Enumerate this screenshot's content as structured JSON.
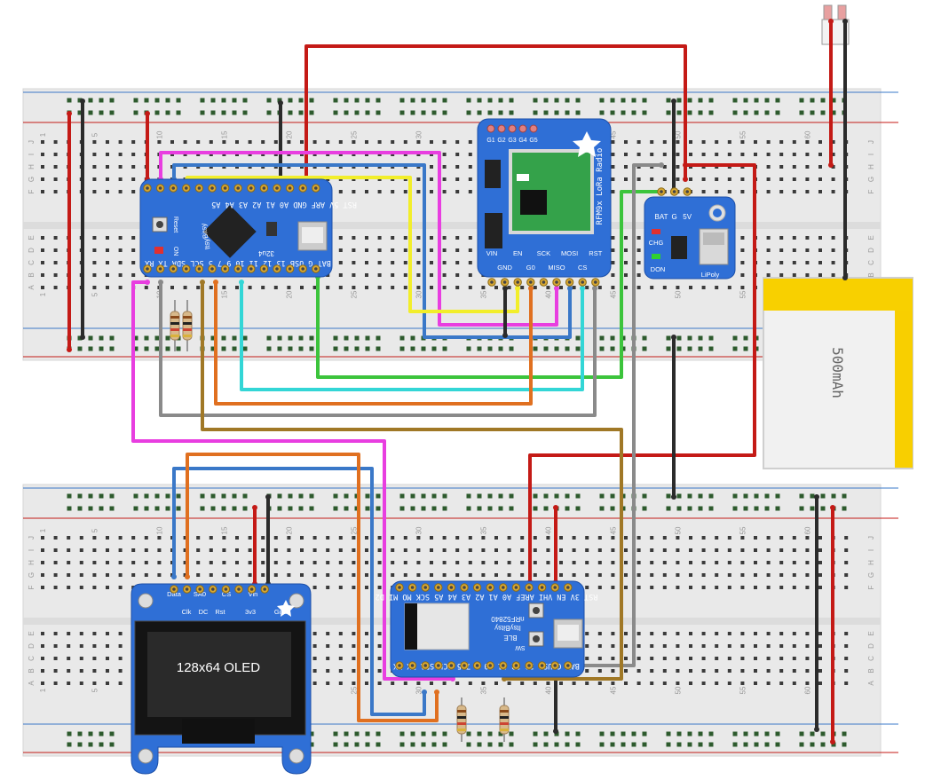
{
  "breadboards": [
    {
      "id": "top",
      "col_numbers": [
        "1",
        "5",
        "10",
        "15",
        "20",
        "25",
        "30",
        "35",
        "40",
        "45",
        "50",
        "55",
        "60"
      ],
      "row_letters": [
        "J",
        "I",
        "H",
        "G",
        "F",
        "E",
        "D",
        "C",
        "B",
        "A"
      ]
    },
    {
      "id": "bottom",
      "col_numbers": [
        "1",
        "5",
        "10",
        "15",
        "20",
        "25",
        "30",
        "35",
        "40",
        "45",
        "50",
        "55",
        "60"
      ],
      "row_letters": [
        "J",
        "I",
        "H",
        "G",
        "F",
        "E",
        "D",
        "C",
        "B",
        "A"
      ]
    }
  ],
  "itsybitsy": {
    "top_pins": "RST 5V ARF GND A0 A1 A2 A3 A4 A5",
    "bottom_pins": "BAT G USB 13 12 11 10 9 7 5 SCL SDA TX RX",
    "labels": [
      "ItsyBitsy",
      "32u4",
      "Reset",
      "ON"
    ]
  },
  "rfm": {
    "title": "RFM9x LoRa Radio",
    "top_pins": [
      "G1",
      "G2",
      "G3",
      "G4",
      "G5"
    ],
    "bottom_pins": [
      "VIN",
      "GND",
      "EN",
      "G0",
      "SCK",
      "MISO",
      "MOSI",
      "CS",
      "RST"
    ]
  },
  "charger": {
    "pins": [
      "BAT",
      "G",
      "5V"
    ],
    "labels": [
      "CHG",
      "DON",
      "LiPoly"
    ]
  },
  "battery": {
    "label": "500mAh"
  },
  "oled": {
    "top_pins": [
      "Data",
      "SA0",
      "CS",
      "Vin"
    ],
    "bottom_pins": [
      "Clk",
      "DC",
      "Rst",
      "3v3",
      "Gnd"
    ],
    "screen_text": "128x64 OLED"
  },
  "nrf": {
    "top_pins": "BAT G USB 13 12 11 10 9 7 5 SCL SDA TX RX",
    "bottom_pins": "RST 3V EN VHI AREF A0 A1 A2 A3 A4 A5 SCK MO MI D2",
    "labels": [
      "ItsyBitsy",
      "nRF52840",
      "BLE",
      "SW"
    ]
  },
  "colors": {
    "red": "#c41a16",
    "black": "#2b2b2b",
    "magenta": "#e83ee0",
    "blue": "#3a78c8",
    "yellow": "#f2ee2a",
    "green": "#3cc43c",
    "cyan": "#33d6d6",
    "orange": "#e07020",
    "gray": "#8a8a8a",
    "brown": "#a07826",
    "board_blue": "#2f6fd6",
    "breadboard": "#ebebeb"
  }
}
